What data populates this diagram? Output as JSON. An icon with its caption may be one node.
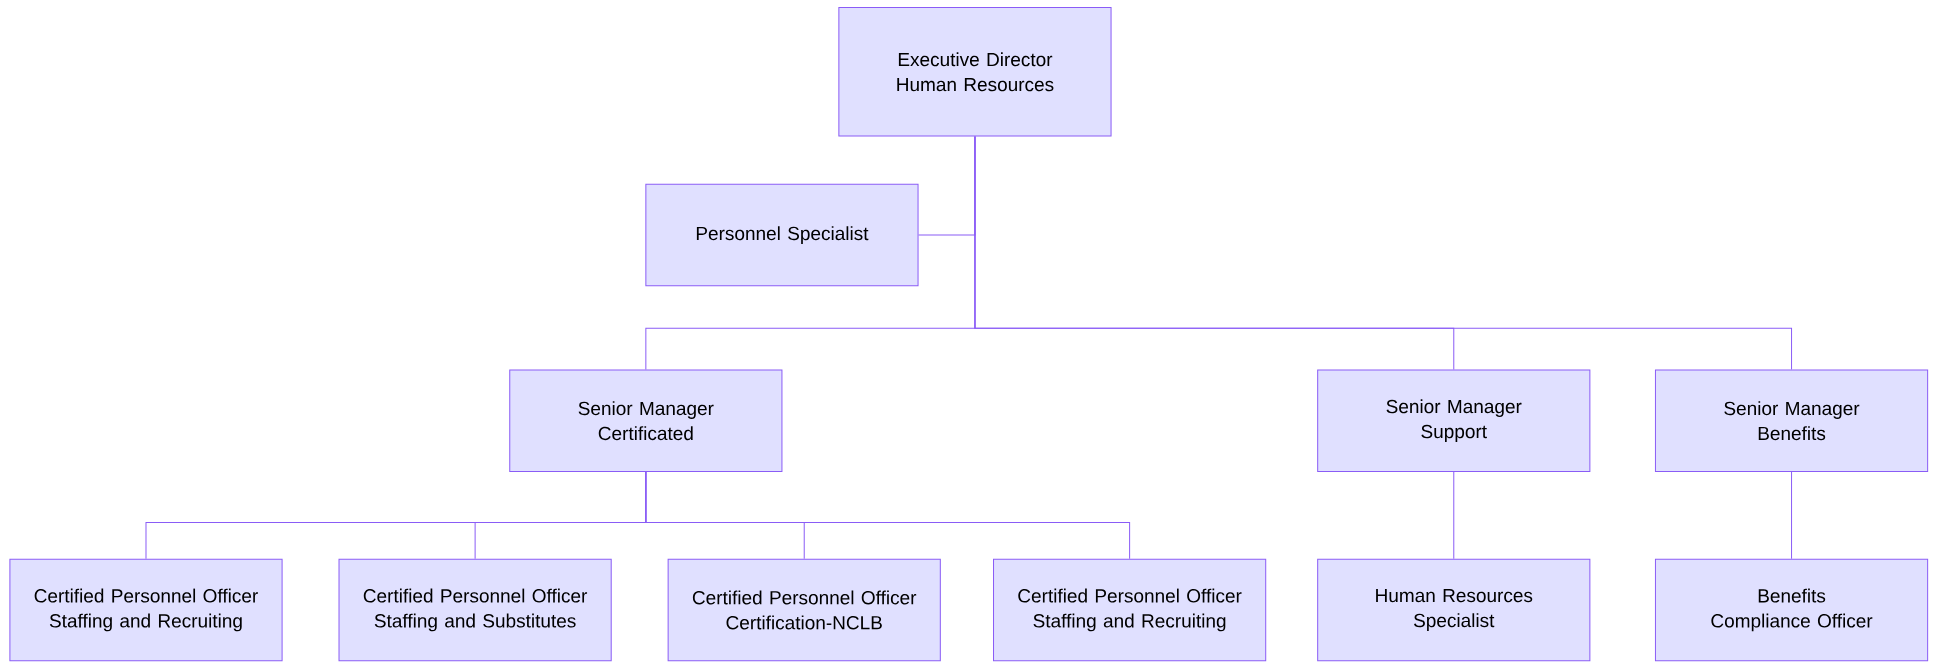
{
  "diagram": {
    "nodes": [
      {
        "text": [
          "Executive Director Human Resources"
        ]
      },
      {
        "text": [
          "Personnel Specialist"
        ]
      },
      {
        "text": [
          "Senior Manager Certificated"
        ]
      },
      {
        "text": [
          "Senior Manager Support"
        ]
      },
      {
        "text": [
          "Senior Manager Benefits"
        ]
      },
      {
        "text": [
          "Certified Personnel Officer Staffing and Recruiting"
        ]
      },
      {
        "text": [
          "Certified Personnel Officer Staffing and Substitutes"
        ]
      },
      {
        "text": [
          "Certified Personnel Officer Certification-NCLB"
        ]
      },
      {
        "text": [
          "Certified Personnel Officer Staffing and Recruiting"
        ]
      },
      {
        "text": [
          "Human Resources Specialist"
        ]
      },
      {
        "text": [
          "Benefits Compliance Officer"
        ]
      }
    ],
    "edges": [
      {
        "from": 0,
        "to": 1,
        "arrow": "none"
      },
      {
        "from": 0,
        "to": 2,
        "arrow": "none"
      },
      {
        "from": 0,
        "to": 3,
        "arrow": "none"
      },
      {
        "from": 0,
        "to": 4,
        "arrow": "none"
      },
      {
        "from": 2,
        "to": 5,
        "arrow": "none"
      },
      {
        "from": 2,
        "to": 6,
        "arrow": "none"
      },
      {
        "from": 2,
        "to": 7,
        "arrow": "none"
      },
      {
        "from": 2,
        "to": 8,
        "arrow": "none"
      },
      {
        "from": 3,
        "to": 9,
        "arrow": "none"
      },
      {
        "from": 4,
        "to": 10,
        "arrow": "none"
      }
    ]
  }
}
